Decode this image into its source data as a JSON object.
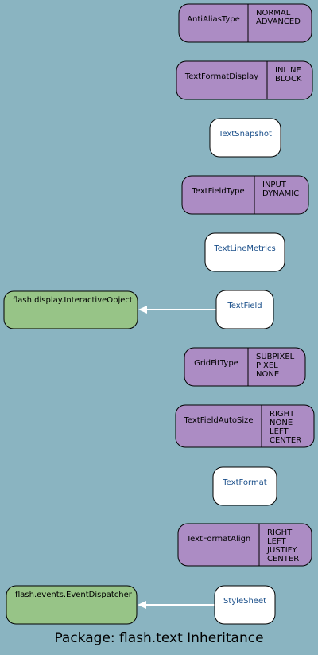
{
  "diagram": {
    "title": "Package: flash.text Inheritance",
    "colors": {
      "background": "#8ab4c1",
      "enum_fill": "#ac8cc4",
      "class_fill": "#ffffff",
      "external_fill": "#97c487",
      "edge": "#ffffff",
      "stroke": "#000000",
      "link_text": "#1a4f8a"
    },
    "enums": [
      {
        "id": "antialiastype",
        "name": "AntiAliasType",
        "values": [
          "NORMAL",
          "ADVANCED"
        ]
      },
      {
        "id": "textformatdisplay",
        "name": "TextFormatDisplay",
        "values": [
          "INLINE",
          "BLOCK"
        ]
      },
      {
        "id": "textfieldtype",
        "name": "TextFieldType",
        "values": [
          "INPUT",
          "DYNAMIC"
        ]
      },
      {
        "id": "gridfittype",
        "name": "GridFitType",
        "values": [
          "SUBPIXEL",
          "PIXEL",
          "NONE"
        ]
      },
      {
        "id": "textfieldautosize",
        "name": "TextFieldAutoSize",
        "values": [
          "RIGHT",
          "NONE",
          "LEFT",
          "CENTER"
        ]
      },
      {
        "id": "textformatalign",
        "name": "TextFormatAlign",
        "values": [
          "RIGHT",
          "LEFT",
          "JUSTIFY",
          "CENTER"
        ]
      }
    ],
    "classes": [
      {
        "id": "textsnapshot",
        "name": "TextSnapshot"
      },
      {
        "id": "textlinemetrics",
        "name": "TextLineMetrics"
      },
      {
        "id": "textfield",
        "name": "TextField"
      },
      {
        "id": "textformat",
        "name": "TextFormat"
      },
      {
        "id": "stylesheet",
        "name": "StyleSheet"
      }
    ],
    "externals": [
      {
        "id": "interactiveobject",
        "name": "flash.display.InteractiveObject"
      },
      {
        "id": "eventdispatcher",
        "name": "flash.events.EventDispatcher"
      }
    ],
    "edges": [
      {
        "from": "textfield",
        "to": "interactiveobject"
      },
      {
        "from": "stylesheet",
        "to": "eventdispatcher"
      }
    ]
  }
}
